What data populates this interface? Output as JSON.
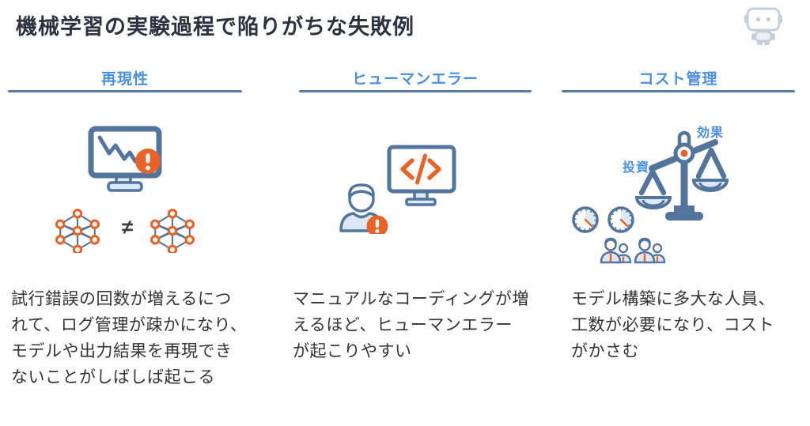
{
  "title": "機械学習の実験過程で陥りがちな失敗例",
  "colors": {
    "accent_blue": "#4a90e2",
    "underline_slate": "#5d7ca3",
    "icon_stroke": "#53749c",
    "icon_fill_light": "#dbe8f6",
    "warning_orange": "#e96228",
    "title_text": "#2b3240",
    "body_text": "#333333",
    "robot_gray": "#c5cfdb"
  },
  "header_icon": "robot-mascot-icon",
  "columns": [
    {
      "header": "再現性",
      "body": "試行錯誤の回数が増えるにつ\nれて、ログ管理が疎かになり、\nモデルや出力結果を再現でき\nないことがしばしば起こる",
      "not_equal_symbol": "≠",
      "icons": [
        "monitor-declining-chart-warning-icon",
        "neural-network-icon",
        "neural-network-icon"
      ]
    },
    {
      "header": "ヒューマンエラー",
      "body": "マニュアルなコーディングが増\nえるほど、ヒューマンエラー\nが起こりやすい",
      "icons": [
        "person-warning-icon",
        "monitor-code-icon"
      ]
    },
    {
      "header": "コスト管理",
      "body": "モデル構築に多大な人員、\n工数が必要になり、コスト\nがかさむ",
      "scale_labels": {
        "left": "投資",
        "right": "効果"
      },
      "icons": [
        "balance-scale-icon",
        "clock-icon",
        "people-group-icon"
      ]
    }
  ]
}
